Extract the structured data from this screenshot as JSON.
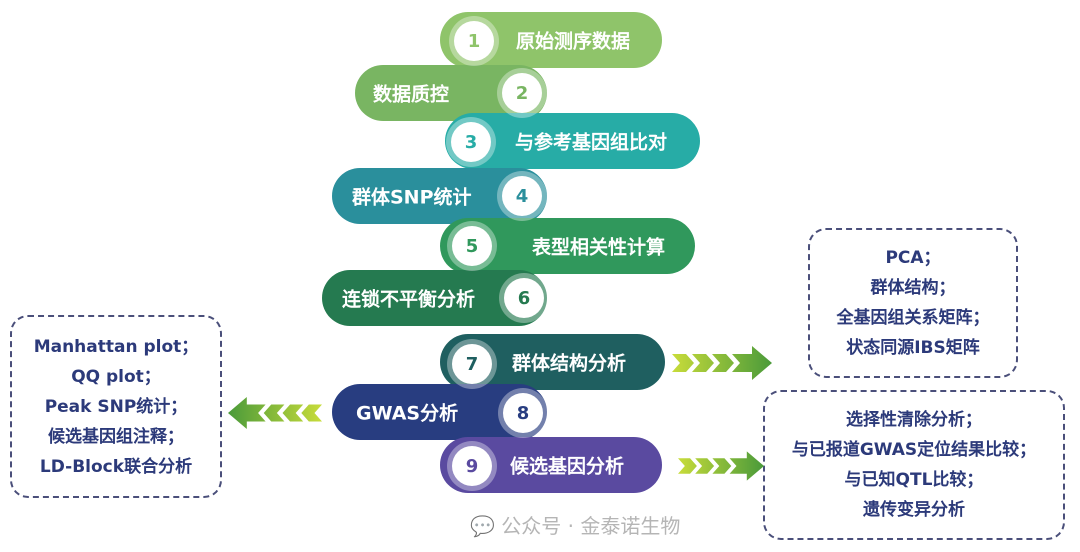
{
  "steps": [
    {
      "num": "1",
      "label": "原始测序数据",
      "color": "#8fc46a"
    },
    {
      "num": "2",
      "label": "数据质控",
      "color": "#79b562"
    },
    {
      "num": "3",
      "label": "与参考基因组比对",
      "color": "#27aca6"
    },
    {
      "num": "4",
      "label": "群体SNP统计",
      "color": "#2a8f9c"
    },
    {
      "num": "5",
      "label": "表型相关性计算",
      "color": "#30985c"
    },
    {
      "num": "6",
      "label": "连锁不平衡分析",
      "color": "#257a50"
    },
    {
      "num": "7",
      "label": "群体结构分析",
      "color": "#1f5f60"
    },
    {
      "num": "8",
      "label": "GWAS分析",
      "color": "#283d80"
    },
    {
      "num": "9",
      "label": "候选基因分析",
      "color": "#5a4aa0"
    }
  ],
  "boxes": {
    "gwas_outputs": [
      "Manhattan plot；",
      "QQ plot；",
      "Peak SNP统计；",
      "候选基因组注释；",
      "LD-Block联合分析"
    ],
    "structure_outputs": [
      "PCA；",
      "群体结构；",
      "全基因组关系矩阵；",
      "状态同源IBS矩阵"
    ],
    "candidate_outputs": [
      "选择性清除分析；",
      "与已报道GWAS定位结果比较；",
      "与已知QTL比较；",
      "遗传变异分析"
    ]
  },
  "watermark": "公众号 · 金泰诺生物",
  "colors": {
    "box_border": "#4a4f7a",
    "box_text": "#2c3a7a",
    "arrow_light": "#c8dc3a",
    "arrow_dark": "#4a9a3a"
  }
}
